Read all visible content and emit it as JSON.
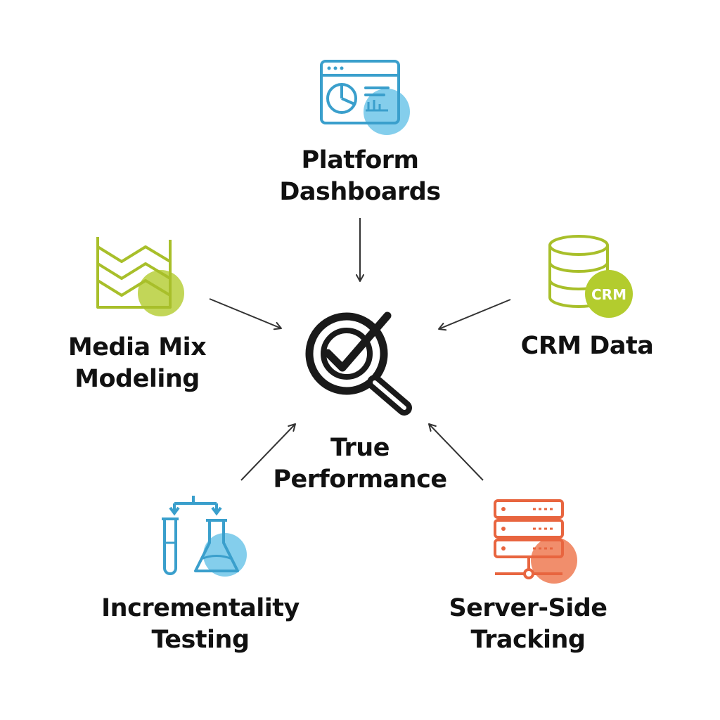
{
  "center": {
    "label_lines": [
      "True",
      "Performance"
    ],
    "icon": "magnifier-check-icon",
    "color": "#1a1a1a"
  },
  "sources": {
    "platform_dashboards": {
      "label_lines": [
        "Platform",
        "Dashboards"
      ],
      "icon": "dashboard-browser-icon",
      "color": "#3a9fcc",
      "accent": "#5bbde6"
    },
    "media_mix_modeling": {
      "label_lines": [
        "Media Mix",
        "Modeling"
      ],
      "icon": "zigzag-chart-icon",
      "color": "#a8bf2a",
      "accent": "#b3cc2e"
    },
    "crm_data": {
      "label_lines": [
        "CRM Data"
      ],
      "icon": "database-icon",
      "badge_text": "CRM",
      "color": "#a8bf2a",
      "accent": "#b3cc2e"
    },
    "incrementality_testing": {
      "label_lines": [
        "Incrementality",
        "Testing"
      ],
      "icon": "test-tubes-icon",
      "color": "#3a9fcc",
      "accent": "#5bbde6"
    },
    "server_side_tracking": {
      "label_lines": [
        "Server-Side",
        "Tracking"
      ],
      "icon": "server-icon",
      "color": "#e8653f",
      "accent": "#ee7a52"
    }
  },
  "arrow_color": "#333333"
}
